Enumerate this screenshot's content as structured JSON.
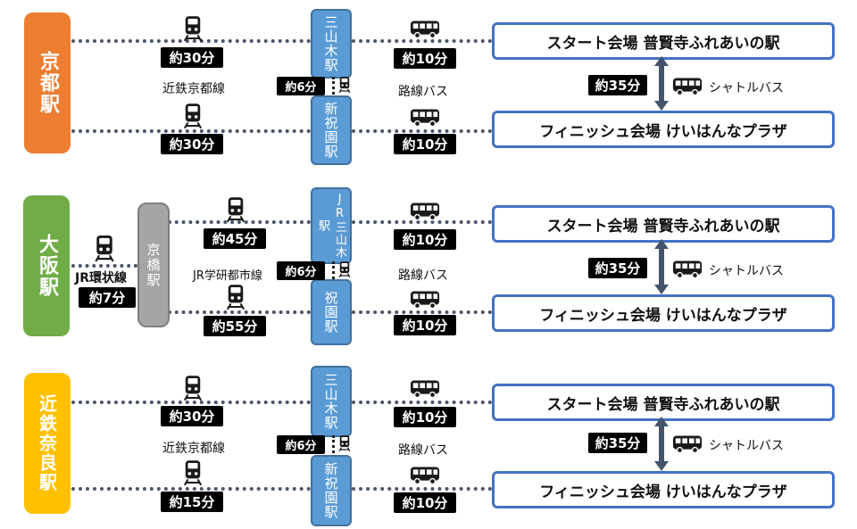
{
  "colors": {
    "kyoto": "#ed7d31",
    "osaka": "#70ad47",
    "nara": "#ffc000",
    "station_blue": "#5b9bd5",
    "venue_border": "#4472c4",
    "route_line": "#4a5468",
    "arrow": "#44546a"
  },
  "icons": [
    "train-icon",
    "bus-icon"
  ],
  "sections": [
    {
      "origin": "京都駅",
      "upper_train_time": "約30分",
      "lower_train_time": "約30分",
      "line_name": "近鉄京都線",
      "station_upper": "三山木駅",
      "station_lower": "新祝園駅",
      "walk_time": "約6分",
      "bus_label": "路線バス",
      "bus_time_upper": "約10分",
      "bus_time_lower": "約10分",
      "start_venue": "スタート会場 普賢寺ふれあいの駅",
      "finish_venue": "フィニッシュ会場 けいはんなプラザ",
      "shuttle_time": "約35分",
      "shuttle_label": "シャトルバス"
    },
    {
      "origin": "大阪駅",
      "transfer_line": "JR環状線",
      "transfer_time": "約7分",
      "transfer_station": "京橋駅",
      "upper_train_time": "約45分",
      "lower_train_time": "約55分",
      "line_name": "JR学研都市線",
      "station_upper": "JR三山木駅",
      "station_lower": "祝園駅",
      "walk_time": "約6分",
      "bus_label": "路線バス",
      "bus_time_upper": "約10分",
      "bus_time_lower": "約10分",
      "start_venue": "スタート会場 普賢寺ふれあいの駅",
      "finish_venue": "フィニッシュ会場 けいはんなプラザ",
      "shuttle_time": "約35分",
      "shuttle_label": "シャトルバス"
    },
    {
      "origin": "近鉄奈良駅",
      "upper_train_time": "約30分",
      "lower_train_time": "約15分",
      "line_name": "近鉄京都線",
      "station_upper": "三山木駅",
      "station_lower": "新祝園駅",
      "walk_time": "約6分",
      "bus_label": "路線バス",
      "bus_time_upper": "約10分",
      "bus_time_lower": "約10分",
      "start_venue": "スタート会場 普賢寺ふれあいの駅",
      "finish_venue": "フィニッシュ会場 けいはんなプラザ",
      "shuttle_time": "約35分",
      "shuttle_label": "シャトルバス"
    }
  ]
}
